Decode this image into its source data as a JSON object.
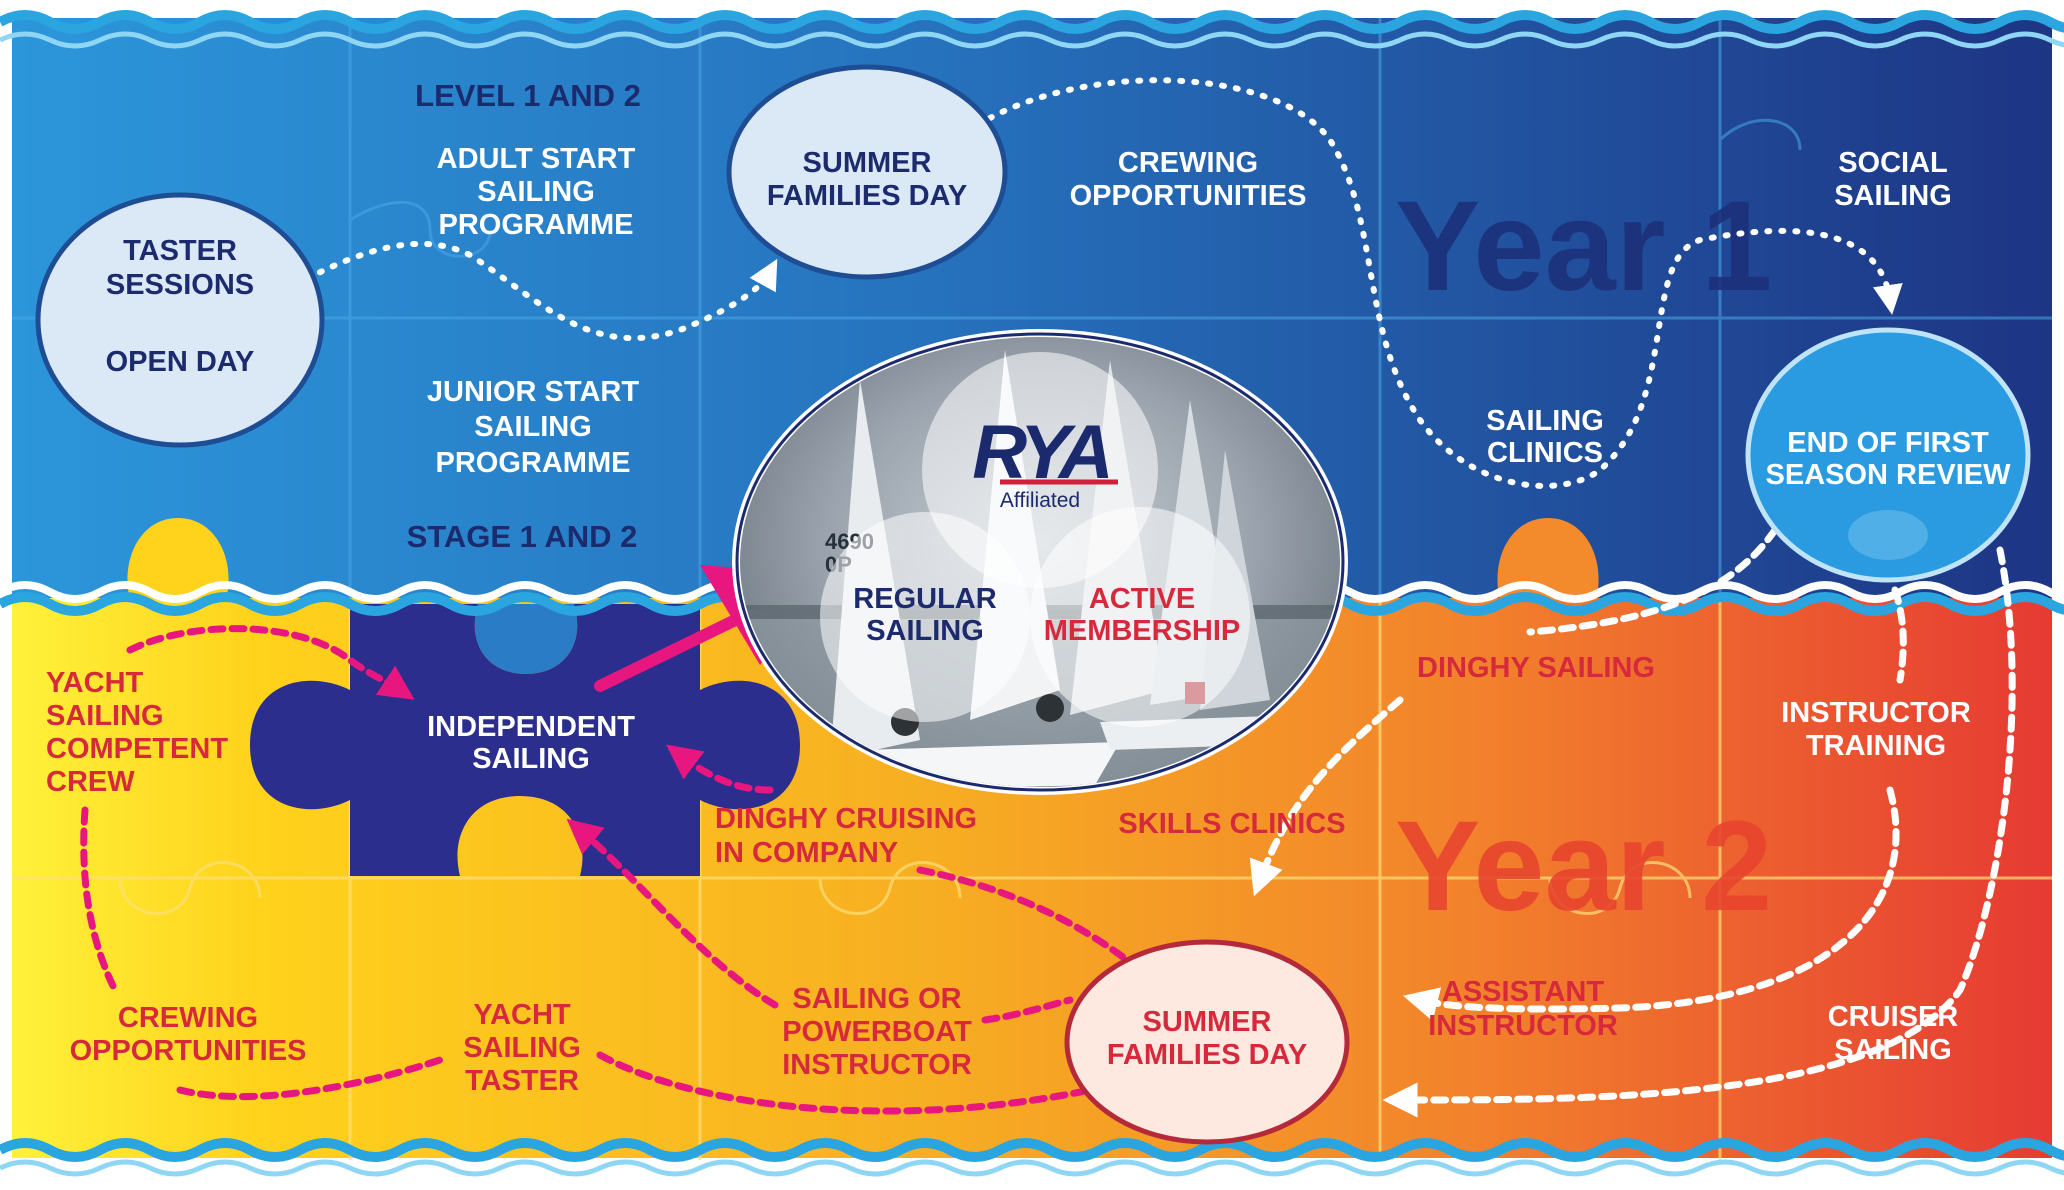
{
  "year_labels": {
    "top": "Year 1",
    "bottom": "Year 2"
  },
  "year1": {
    "taster": {
      "line1": "TASTER",
      "line2": "SESSIONS",
      "line3": "OPEN DAY"
    },
    "level": "LEVEL 1 AND 2",
    "adult_start": {
      "line1": "ADULT START",
      "line2": "SAILING",
      "line3": "PROGRAMME"
    },
    "junior_start": {
      "line1": "JUNIOR START",
      "line2": "SAILING",
      "line3": "PROGRAMME"
    },
    "stage": "STAGE 1 AND 2",
    "summer_day": {
      "line1": "SUMMER",
      "line2": "FAMILIES DAY"
    },
    "crewing": {
      "line1": "CREWING",
      "line2": "OPPORTUNITIES"
    },
    "social": {
      "line1": "SOCIAL",
      "line2": "SAILING"
    },
    "clinics": {
      "line1": "SAILING",
      "line2": "CLINICS"
    },
    "review": {
      "line1": "END OF FIRST",
      "line2": "SEASON REVIEW"
    }
  },
  "center": {
    "logo": "RYA",
    "logo_sub": "Affiliated",
    "regular": {
      "line1": "REGULAR",
      "line2": "SAILING"
    },
    "active": {
      "line1": "ACTIVE",
      "line2": "MEMBERSHIP"
    },
    "sail_number": {
      "line1": "4690",
      "line2": "0P"
    }
  },
  "year2": {
    "yacht_crew": {
      "line1": "YACHT",
      "line2": "SAILING",
      "line3": "COMPETENT",
      "line4": "CREW"
    },
    "independent": {
      "line1": "INDEPENDENT",
      "line2": "SAILING"
    },
    "dinghy_cruising": {
      "line1": "DINGHY CRUISING",
      "line2": "IN COMPANY"
    },
    "crewing": {
      "line1": "CREWING",
      "line2": "OPPORTUNITIES"
    },
    "yacht_taster": {
      "line1": "YACHT",
      "line2": "SAILING",
      "line3": "TASTER"
    },
    "instructor_sail": {
      "line1": "SAILING OR",
      "line2": "POWERBOAT",
      "line3": "INSTRUCTOR"
    },
    "summer_day": {
      "line1": "SUMMER",
      "line2": "FAMILIES DAY"
    },
    "dinghy_sailing": "DINGHY SAILING",
    "skills_clinics": "SKILLS CLINICS",
    "instructor_training": {
      "line1": "INSTRUCTOR",
      "line2": "TRAINING"
    },
    "assistant": {
      "line1": "ASSISTANT",
      "line2": "INSTRUCTOR"
    },
    "cruiser": {
      "line1": "CRUISER",
      "line2": "SAILING"
    }
  },
  "colors": {
    "top_blue_left": "#2a8fd6",
    "top_blue_right": "#1f3f8f",
    "bottom_yellow": "#ffd21c",
    "bottom_orange": "#f59a2a",
    "bottom_red": "#e83a34",
    "wave_blue": "#2aa5e0",
    "navy_piece": "#2b2e8c",
    "magenta": "#e8177f",
    "rya_navy": "#1b2a6d",
    "rya_red": "#d1203b"
  }
}
